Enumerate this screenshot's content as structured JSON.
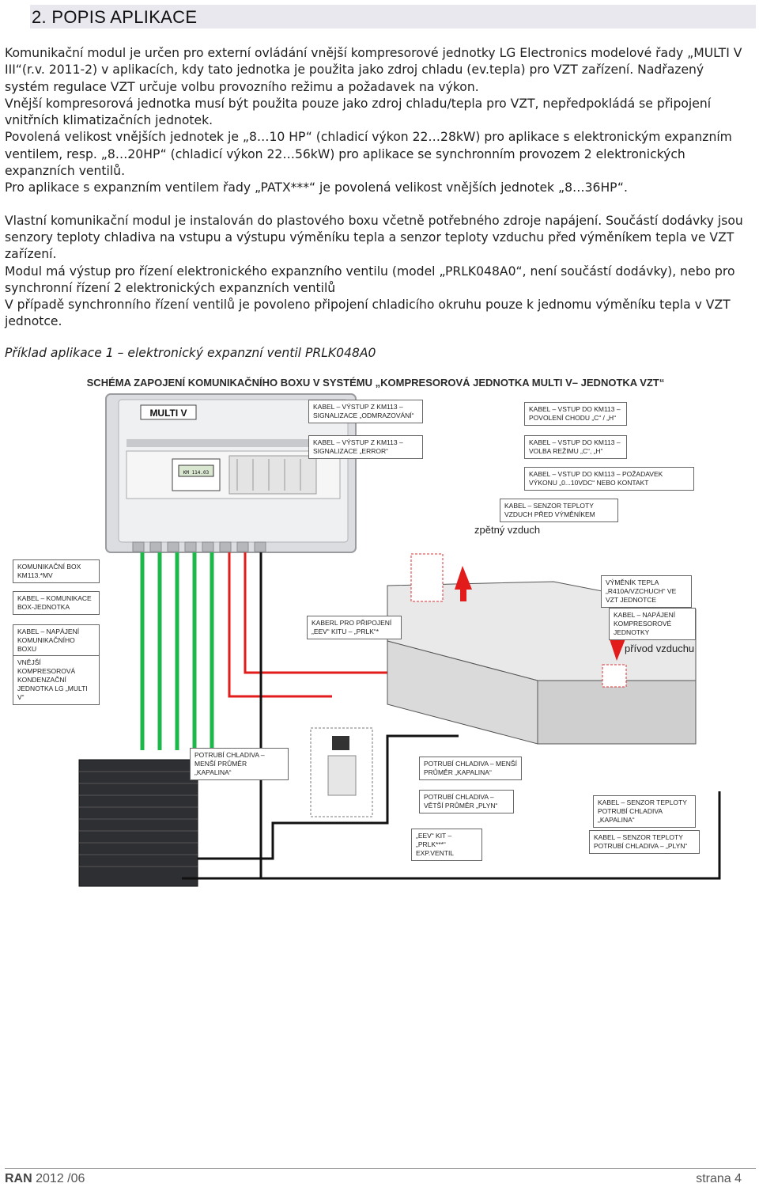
{
  "header": {
    "title": "2. POPIS APLIKACE"
  },
  "paragraphs": [
    "Komunikační modul je určen pro externí ovládání vnější kompresorové jednotky LG Electronics modelové řady „MULTI V III“(r.v. 2011-2) v aplikacích, kdy tato jednotka je použita jako zdroj chladu (ev.tepla) pro VZT zařízení. Nadřazený systém regulace VZT určuje volbu provozního režimu a požadavek na výkon.",
    "Vnější kompresorová jednotka musí být použita pouze jako zdroj chladu/tepla pro VZT, nepředpokládá se připojení vnitřních klimatizačních jednotek.",
    "Povolená velikost vnějších jednotek je „8…10 HP“ (chladicí výkon 22…28kW) pro aplikace s elektronickým expanzním ventilem, resp. „8…20HP“ (chladicí výkon 22…56kW) pro aplikace se synchronním provozem 2 elektronických expanzních ventilů.",
    "Pro aplikace s expanzním ventilem  řady „PATX***“ je povolená velikost vnějších jednotek „8…36HP“.",
    "Vlastní komunikační modul je instalován do plastového boxu včetně potřebného zdroje napájení. Součástí dodávky jsou senzory teploty chladiva na vstupu a výstupu výměníku tepla a senzor teploty vzduchu před výměníkem tepla ve VZT zařízení.",
    "Modul má výstup pro řízení elektronického expanzního ventilu (model „PRLK048A0“, není součástí dodávky), nebo pro synchronní řízení 2 elektronických expanzních ventilů",
    "V případě synchronního řízení ventilů je povoleno připojení chladicího okruhu pouze k jednomu výměníku tepla v VZT jednotce."
  ],
  "caption": "Příklad aplikace 1 – elektronický expanzní ventil PRLK048A0",
  "diagram": {
    "title": "SCHÉMA ZAPOJENÍ KOMUNIKAČNÍHO BOXU V SYSTÉMU „KOMPRESOROVÁ JEDNOTKA MULTI V– JEDNOTKA VZT“",
    "box_label": "MULTI V",
    "display_text": "KM 114.03",
    "labels": {
      "kabel_km113_odmrazovani": "KABEL – VÝSTUP Z KM113 – SIGNALIZACE „ODMRAZOVÁNÍ“",
      "kabel_km113_chod": "KABEL – VSTUP DO KM113 – POVOLENÍ CHODU „C“ / „H“",
      "kabel_km113_error": "KABEL – VÝSTUP Z KM113 – SIGNALIZACE „ERROR“",
      "kabel_km113_rezim": "KABEL – VSTUP DO KM113 – VOLBA REŽIMU „C“, „H“",
      "kabel_km113_vykon": "KABEL – VSTUP DO KM113 – POŽADAVEK VÝKONU „0...10VDC“ NEBO KONTAKT",
      "kabel_senzor_vzduch": "KABEL – SENZOR TEPLOTY VZDUCH PŘED VÝMĚNÍKEM",
      "zpetny_vzduch": "zpětný vzduch",
      "komunikacni_box": "KOMUNIKAČNÍ BOX KM113.*MV",
      "kabel_komunikace": "KABEL – KOMUNIKACE BOX-JEDNOTKA",
      "kabel_napajeni_box": "KABEL – NAPÁJENÍ KOMUNIKAČNÍHO BOXU",
      "vnejsi_jednotka": "VNĚJŠÍ KOMPRESOROVÁ KONDENZAČNÍ JEDNOTKA LG „MULTI V“",
      "vymenik": "VÝMĚNÍK TEPLA „R410A/VZCHUCH“ VE VZT JEDNOTCE",
      "kabel_napajeni_kompresor": "KABEL – NAPÁJENÍ KOMPRESOROVÉ JEDNOTKY",
      "kabel_eev": "KABERL PRO PŘIPOJENÍ „EEV“ KITU – „PRLK“*",
      "privod_vzduchu": "přívod vzduchu",
      "potrubi_mensi_left": "POTRUBÍ CHLADIVA – MENŠÍ PRŮMĚR „KAPALINA“",
      "potrubi_mensi": "POTRUBÍ CHLADIVA – MENŠÍ PRŮMĚR „KAPALINA“",
      "potrubi_vetsi": "POTRUBÍ CHLADIVA – VĚTŠÍ PRŮMĚR „PLYN“",
      "senzor_kapalina": "KABEL – SENZOR TEPLOTY POTRUBÍ CHLADIVA „KAPALINA“",
      "eev_kit": "„EEV“ KIT – „PRLK***“ EXP.VENTIL",
      "senzor_plyn": "KABEL – SENZOR TEPLOTY POTRUBÍ CHLADIVA – „PLYN“"
    },
    "colors": {
      "signal_green": "#1db84a",
      "power_red": "#e21b1b",
      "comm_black": "#111111",
      "arrow_red": "#e21b1b"
    }
  },
  "footer": {
    "brand": "RAN",
    "date": "2012 /06",
    "page": "strana 4"
  }
}
